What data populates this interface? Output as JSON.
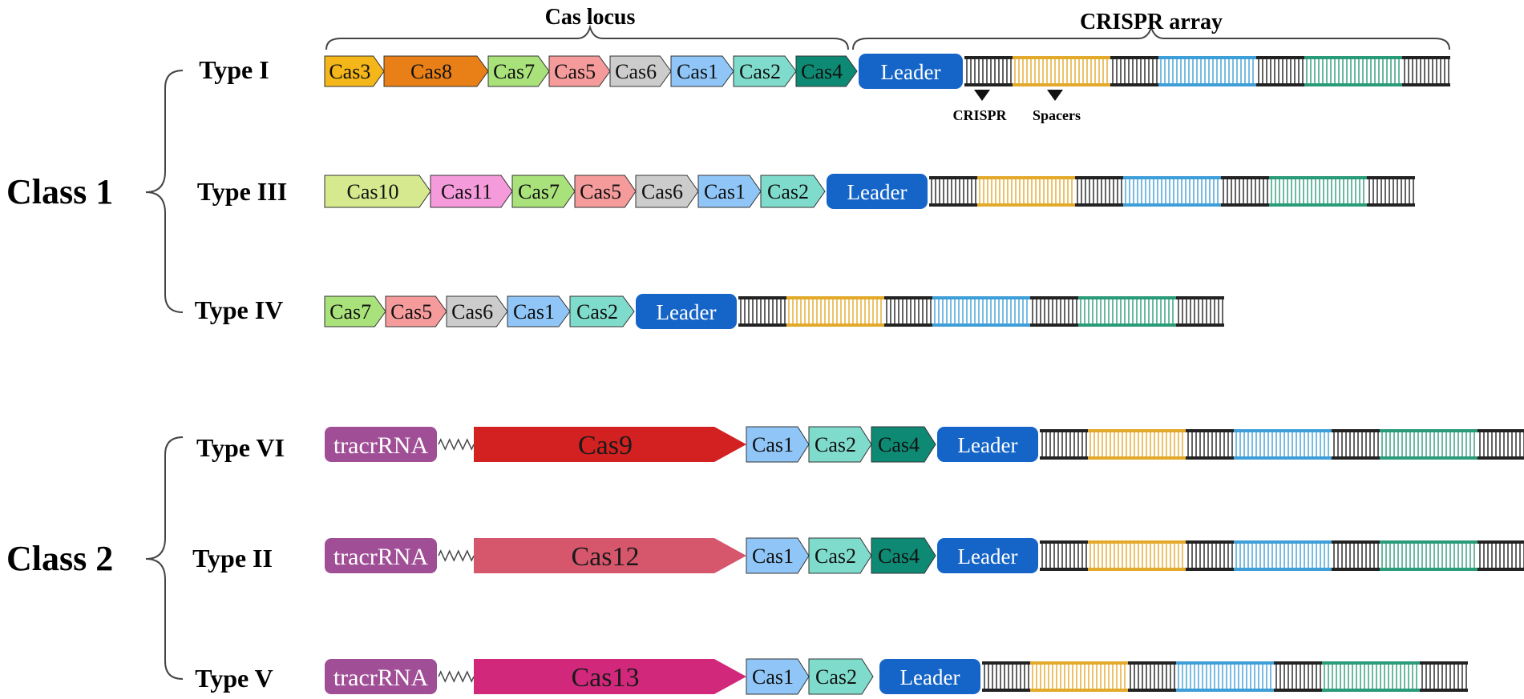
{
  "headers": {
    "cas_locus": "Cas locus",
    "crispr_array": "CRISPR array"
  },
  "annotations": {
    "crispr": "CRISPR",
    "spacers": "Spacers"
  },
  "classes": [
    {
      "label": "Class 1"
    },
    {
      "label": "Class 2"
    }
  ],
  "colors": {
    "Cas3": "#f5b61a",
    "Cas8": "#e97f17",
    "Cas7": "#a9e27a",
    "Cas5": "#f59b9b",
    "Cas6": "#cccccc",
    "Cas1": "#8fc6f7",
    "Cas2": "#7fdccc",
    "Cas4": "#0e8a74",
    "Cas10": "#d6e98e",
    "Cas11": "#f59bdc",
    "Cas9": "#d32020",
    "Cas12": "#d6566c",
    "Cas13": "#d2287c",
    "leader": "#1565c8",
    "tracr": "#a04f96",
    "repeat": "#222222",
    "spacer1": "#e3a92a",
    "spacer2": "#3e9fd8",
    "spacer3": "#2a9b78"
  },
  "rows": [
    {
      "type": "Type I",
      "genes": [
        "Cas3",
        "Cas8",
        "Cas7",
        "Cas5",
        "Cas6",
        "Cas1",
        "Cas2",
        "Cas4"
      ],
      "leader": "Leader"
    },
    {
      "type": "Type III",
      "genes": [
        "Cas10",
        "Cas11",
        "Cas7",
        "Cas5",
        "Cas6",
        "Cas1",
        "Cas2"
      ],
      "leader": "Leader"
    },
    {
      "type": "Type IV",
      "genes": [
        "Cas7",
        "Cas5",
        "Cas6",
        "Cas1",
        "Cas2"
      ],
      "leader": "Leader"
    },
    {
      "type": "Type VI",
      "tracr": "tracrRNA",
      "effector": "Cas9",
      "genes": [
        "Cas1",
        "Cas2",
        "Cas4"
      ],
      "leader": "Leader"
    },
    {
      "type": "Type II",
      "tracr": "tracrRNA",
      "effector": "Cas12",
      "genes": [
        "Cas1",
        "Cas2",
        "Cas4"
      ],
      "leader": "Leader"
    },
    {
      "type": "Type V",
      "tracr": "tracrRNA",
      "effector": "Cas13",
      "genes": [
        "Cas1",
        "Cas2"
      ],
      "leader": "Leader"
    }
  ]
}
